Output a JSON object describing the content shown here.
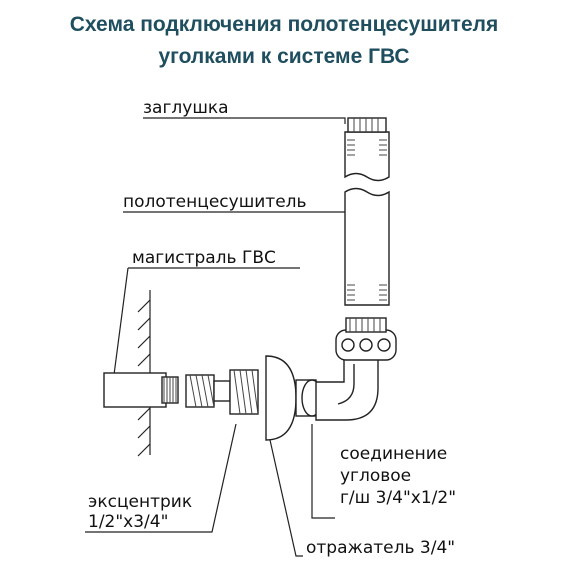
{
  "title": {
    "line1": "Схема подключения полотенцесушителя",
    "line2": "уголками к системе ГВС"
  },
  "labels": {
    "plug": "заглушка",
    "towel_dryer": "полотенцесушитель",
    "main_line": "магистраль ГВС",
    "eccentric_line1": "эксцентрик",
    "eccentric_line2": "1/2\"x3/4\"",
    "angle_line1": "соединение",
    "angle_line2": "угловое",
    "angle_line3": "г/ш 3/4\"x1/2\"",
    "reflector": "отражатель 3/4\""
  },
  "colors": {
    "title": "#1f4e5f",
    "line": "#222222",
    "fill": "#ffffff",
    "thread": "#444444"
  }
}
